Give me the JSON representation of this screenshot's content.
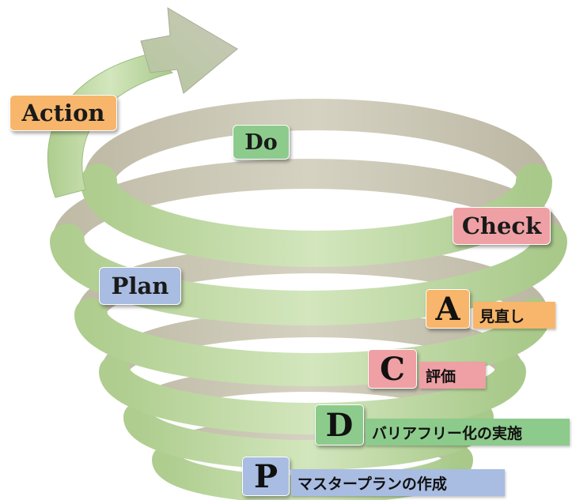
{
  "colors": {
    "orange": "#f7b66b",
    "green": "#8ccb8c",
    "pink": "#eea0a4",
    "blue": "#a9bde2",
    "spiral_front": "#b9d69a",
    "spiral_back": "#c9c4b2",
    "arrow": "#c6c8b4"
  },
  "labels": {
    "action": "Action",
    "do": "Do",
    "check": "Check",
    "plan": "Plan"
  },
  "steps": [
    {
      "letter": "A",
      "text": "見直し"
    },
    {
      "letter": "C",
      "text": "評価"
    },
    {
      "letter": "D",
      "text": "バリアフリー化の実施"
    },
    {
      "letter": "P",
      "text": "マスタープランの作成"
    }
  ]
}
